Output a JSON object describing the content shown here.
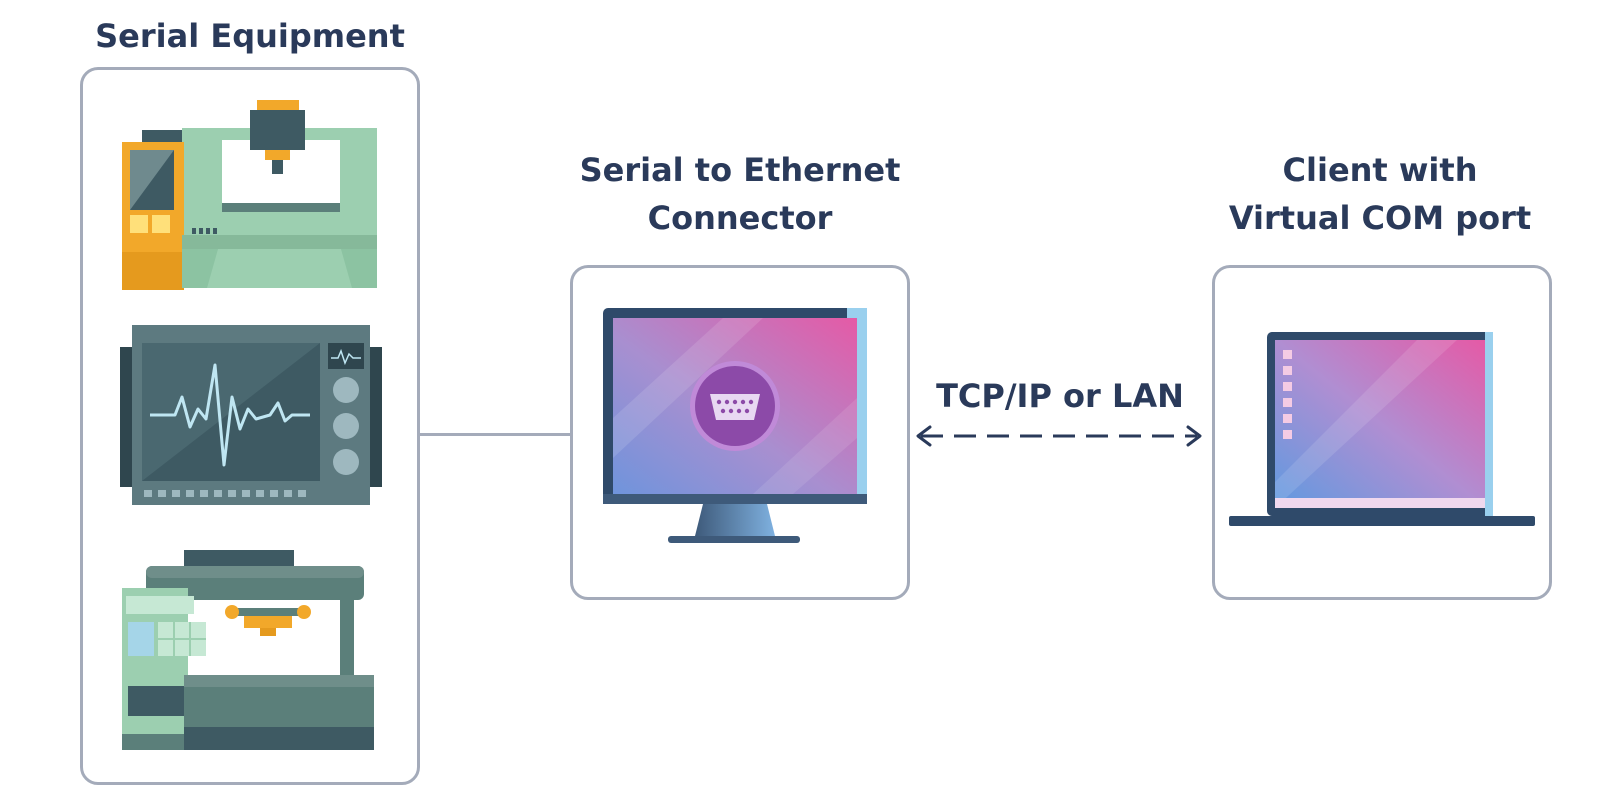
{
  "sections": {
    "serial_equipment": {
      "title": "Serial Equipment"
    },
    "connector": {
      "title_line1": "Serial to Ethernet",
      "title_line2": "Connector"
    },
    "client": {
      "title_line1": "Client with",
      "title_line2": "Virtual COM port"
    }
  },
  "link": {
    "label": "TCP/IP or LAN"
  },
  "icons": {
    "machine_top": "cnc-machine-icon",
    "machine_middle": "heart-monitor-icon",
    "machine_bottom": "industrial-press-icon",
    "connector": "desktop-monitor-icon",
    "serial_port": "serial-port-icon",
    "client": "laptop-icon",
    "arrow": "double-arrow-icon"
  },
  "colors": {
    "text": "#2a3a5a",
    "panel_border": "#a4abba",
    "machine_green": "#9ccfb0",
    "machine_dark": "#3e5a63",
    "accent_orange": "#f2a82a",
    "screen_purple": "#a878c8",
    "screen_pink": "#e55aa6",
    "screen_blue": "#6ea4e0"
  }
}
